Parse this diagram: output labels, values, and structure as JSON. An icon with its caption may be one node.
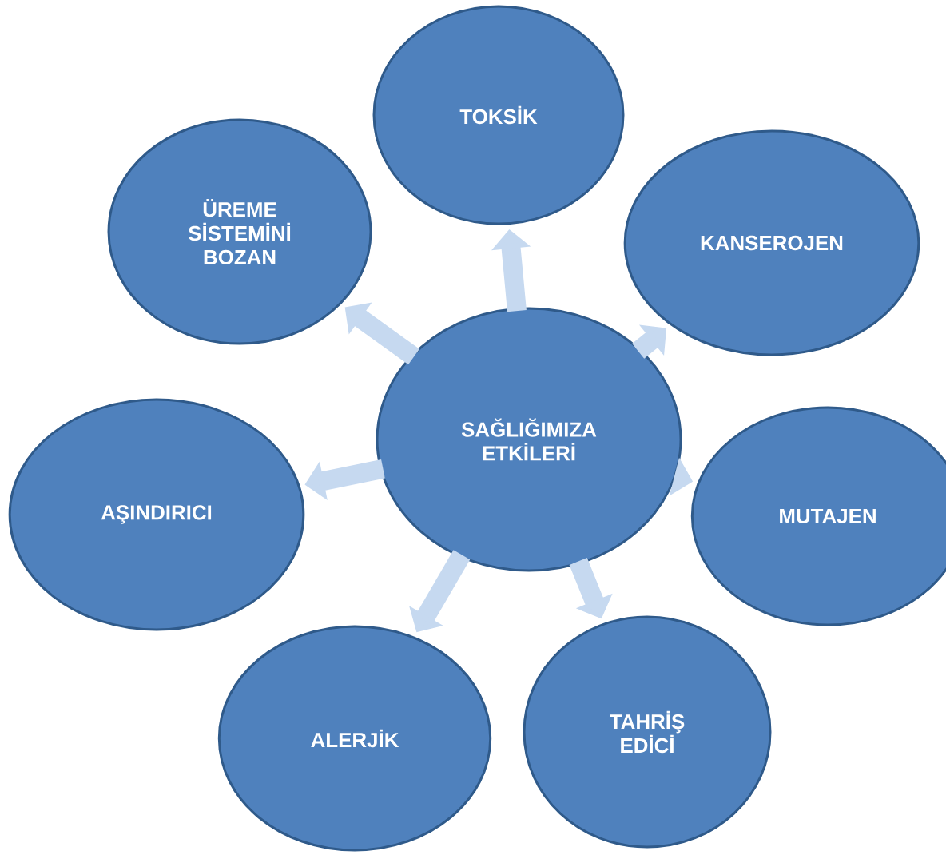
{
  "diagram": {
    "nodes": [
      {
        "text": [
          "TOKSİK"
        ]
      },
      {
        "text": [
          "ÜREME SİSTEMİNİ BOZAN"
        ]
      },
      {
        "text": [
          "KANSEROJEN"
        ]
      },
      {
        "text": [
          "SAĞLIĞIMIZA ETKİLERİ"
        ]
      },
      {
        "text": [
          "AŞINDIRICI"
        ]
      },
      {
        "text": [
          "MUTAJEN"
        ]
      },
      {
        "text": [
          "ALERJİK"
        ]
      },
      {
        "text": [
          "TAHRİŞ EDİCİ"
        ]
      }
    ],
    "edges": [
      {
        "from": 3,
        "to": 0,
        "arrow": "to"
      },
      {
        "from": 3,
        "to": 2,
        "arrow": "to"
      },
      {
        "from": 3,
        "to": 5,
        "arrow": "to"
      },
      {
        "from": 3,
        "to": 7,
        "arrow": "to"
      },
      {
        "from": 3,
        "to": 6,
        "arrow": "to"
      },
      {
        "from": 3,
        "to": 4,
        "arrow": "to"
      },
      {
        "from": 3,
        "to": 1,
        "arrow": "to"
      }
    ]
  }
}
